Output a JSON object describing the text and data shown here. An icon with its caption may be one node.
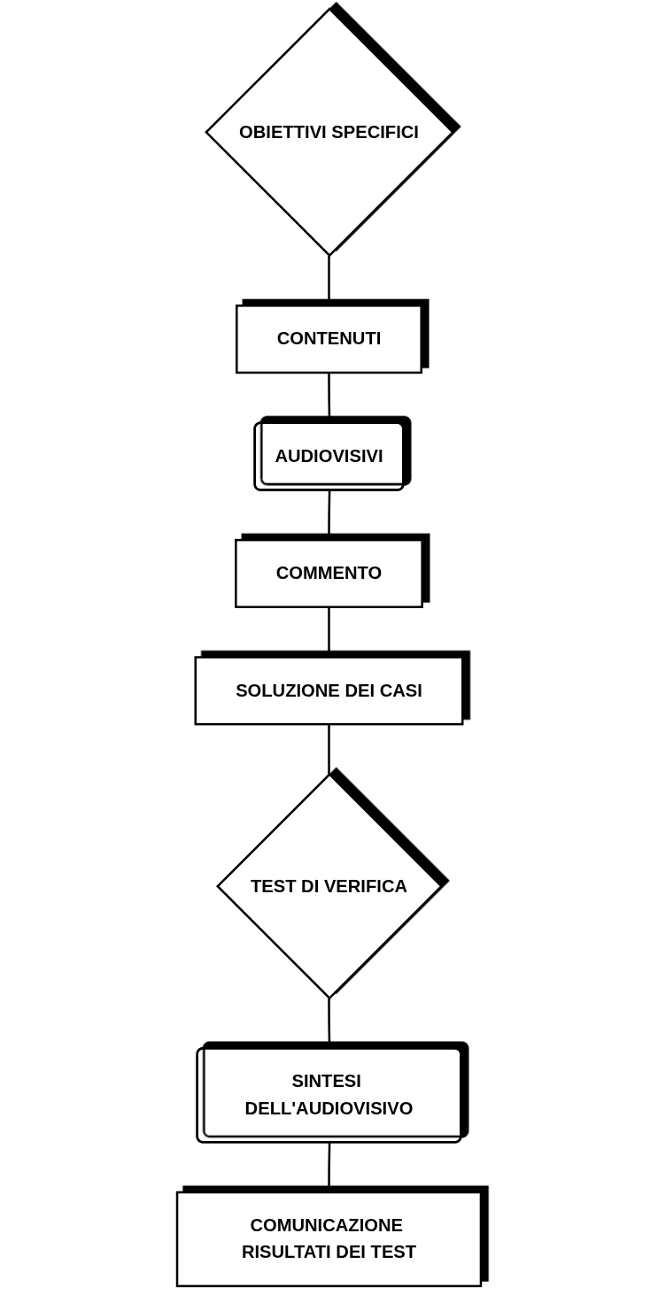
{
  "diagram": {
    "nodes": [
      {
        "text": [
          "OBIETTIVI SPECIFICI"
        ]
      },
      {
        "text": [
          "CONTENUTI"
        ]
      },
      {
        "text": [
          "AUDIOVISIVI"
        ]
      },
      {
        "text": [
          "COMMENTO"
        ]
      },
      {
        "text": [
          "SOLUZIONE DEI CASI"
        ]
      },
      {
        "text": [
          "TEST DI VERIFICA"
        ]
      },
      {
        "text": [
          "SINTESI DELL'AUDIOVISIVO"
        ]
      },
      {
        "text": [
          "COMUNICAZIONE RISULTATI DEI TEST"
        ]
      }
    ],
    "edges": [
      {
        "from": 0,
        "to": 1,
        "arrow": "none"
      },
      {
        "from": 1,
        "to": 2,
        "arrow": "none"
      },
      {
        "from": 2,
        "to": 3,
        "arrow": "none"
      },
      {
        "from": 3,
        "to": 4,
        "arrow": "none"
      },
      {
        "from": 4,
        "to": 5,
        "arrow": "none"
      },
      {
        "from": 5,
        "to": 6,
        "arrow": "none"
      },
      {
        "from": 6,
        "to": 7,
        "arrow": "none"
      }
    ]
  }
}
